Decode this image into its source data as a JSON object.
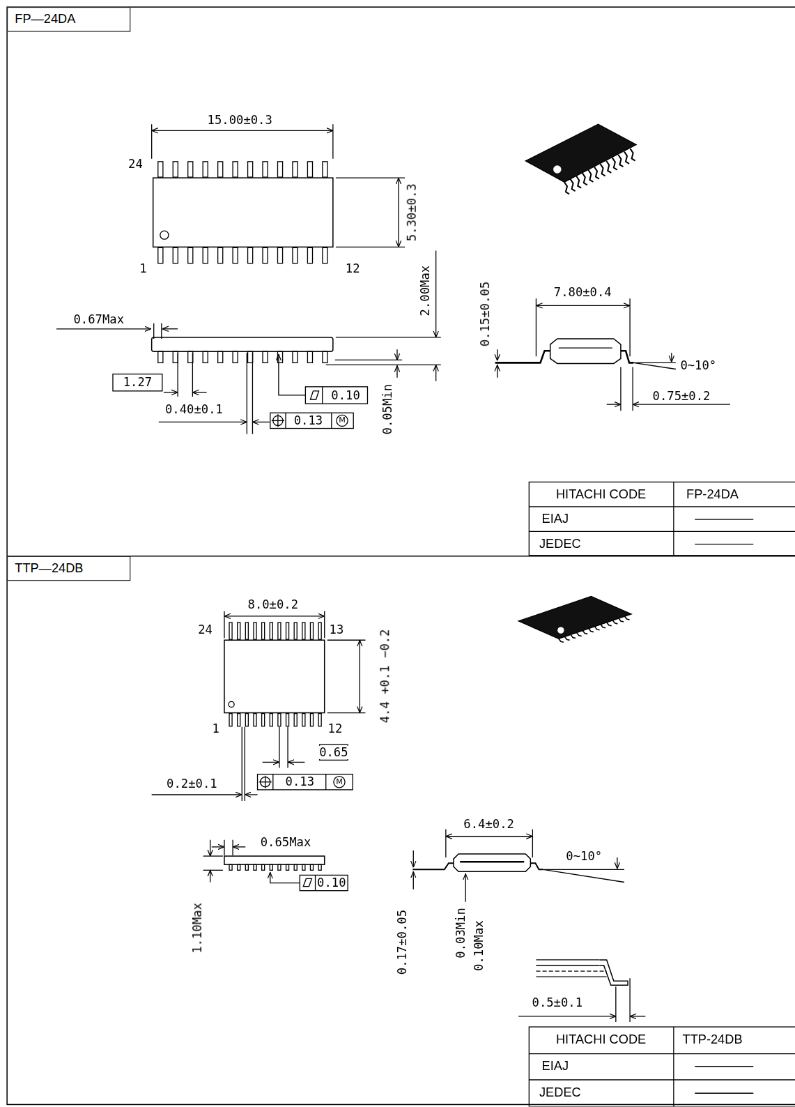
{
  "diagram": {
    "nodes": [
      {
        "text": [
          "FP—24DA"
        ]
      },
      {
        "text": [
          "TTP—24DB"
        ]
      }
    ],
    "labels": [
      "15.00±0.3",
      "24",
      "5.30±0.3",
      "1",
      "12",
      "2.00Max",
      "0.67Max",
      "1.27",
      "0.40±0.1",
      "0.10",
      "0.13",
      "M",
      "0.05Min",
      "0.15±0.05",
      "7.80±0.4",
      "0~10°",
      "0.75±0.2",
      "HITACHI CODE",
      "FP-24DA",
      "EIAJ",
      "JEDEC",
      "8.0±0.2",
      "24",
      "13",
      "4.4 +0.1 −0.2",
      "1",
      "12",
      "0.65",
      "0.13",
      "M",
      "0.2±0.1",
      "0.65Max",
      "1.10Max",
      "0.10",
      "6.4±0.2",
      "0~10°",
      "0.17±0.05",
      "0.03Min",
      "0.10Max",
      "0.5±0.1",
      "HITACHI CODE",
      "TTP-24DB",
      "EIAJ",
      "JEDEC"
    ]
  }
}
